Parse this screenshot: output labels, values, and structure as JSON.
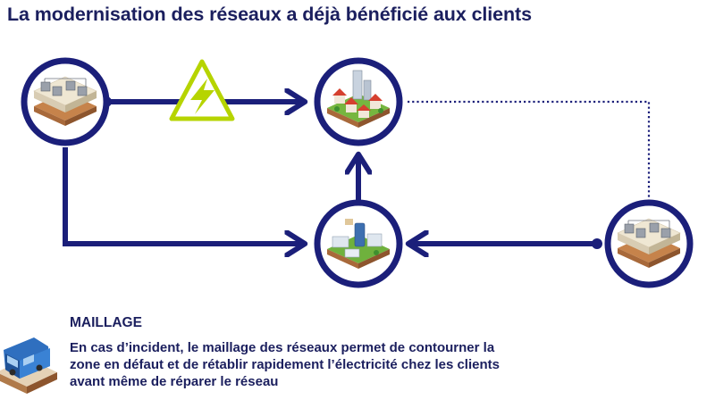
{
  "title": "La modernisation des réseaux a déjà bénéficié aux clients",
  "section": {
    "heading": "MAILLAGE",
    "description_lines": [
      "En cas d’incident, le maillage des réseaux permet de contourner la",
      "zone en défaut et de rétablir rapidement l’électricité chez les clients",
      "avant même de réparer le réseau"
    ]
  },
  "colors": {
    "network_navy": "#1b1f7a",
    "fault_warning": "#b6d400",
    "title_text": "#1b1f5e"
  },
  "icons": [
    "substation-icon",
    "lightning-fault-icon",
    "town-houses-icon",
    "city-buildings-icon",
    "utility-van-icon"
  ]
}
